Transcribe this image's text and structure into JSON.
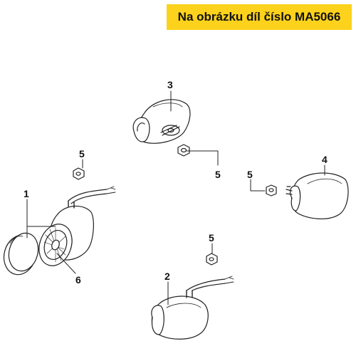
{
  "banner": {
    "text": "Na obrázku díl číslo MA5066",
    "background": "#fcd21c"
  },
  "callouts": [
    {
      "id": "part-1",
      "label": "1"
    },
    {
      "id": "part-2",
      "label": "2"
    },
    {
      "id": "part-3",
      "label": "3"
    },
    {
      "id": "part-4",
      "label": "4"
    },
    {
      "id": "nut-a",
      "label": "5"
    },
    {
      "id": "nut-b",
      "label": "5"
    },
    {
      "id": "nut-c",
      "label": "5"
    },
    {
      "id": "nut-d",
      "label": "5"
    },
    {
      "id": "part-6",
      "label": "6"
    }
  ]
}
